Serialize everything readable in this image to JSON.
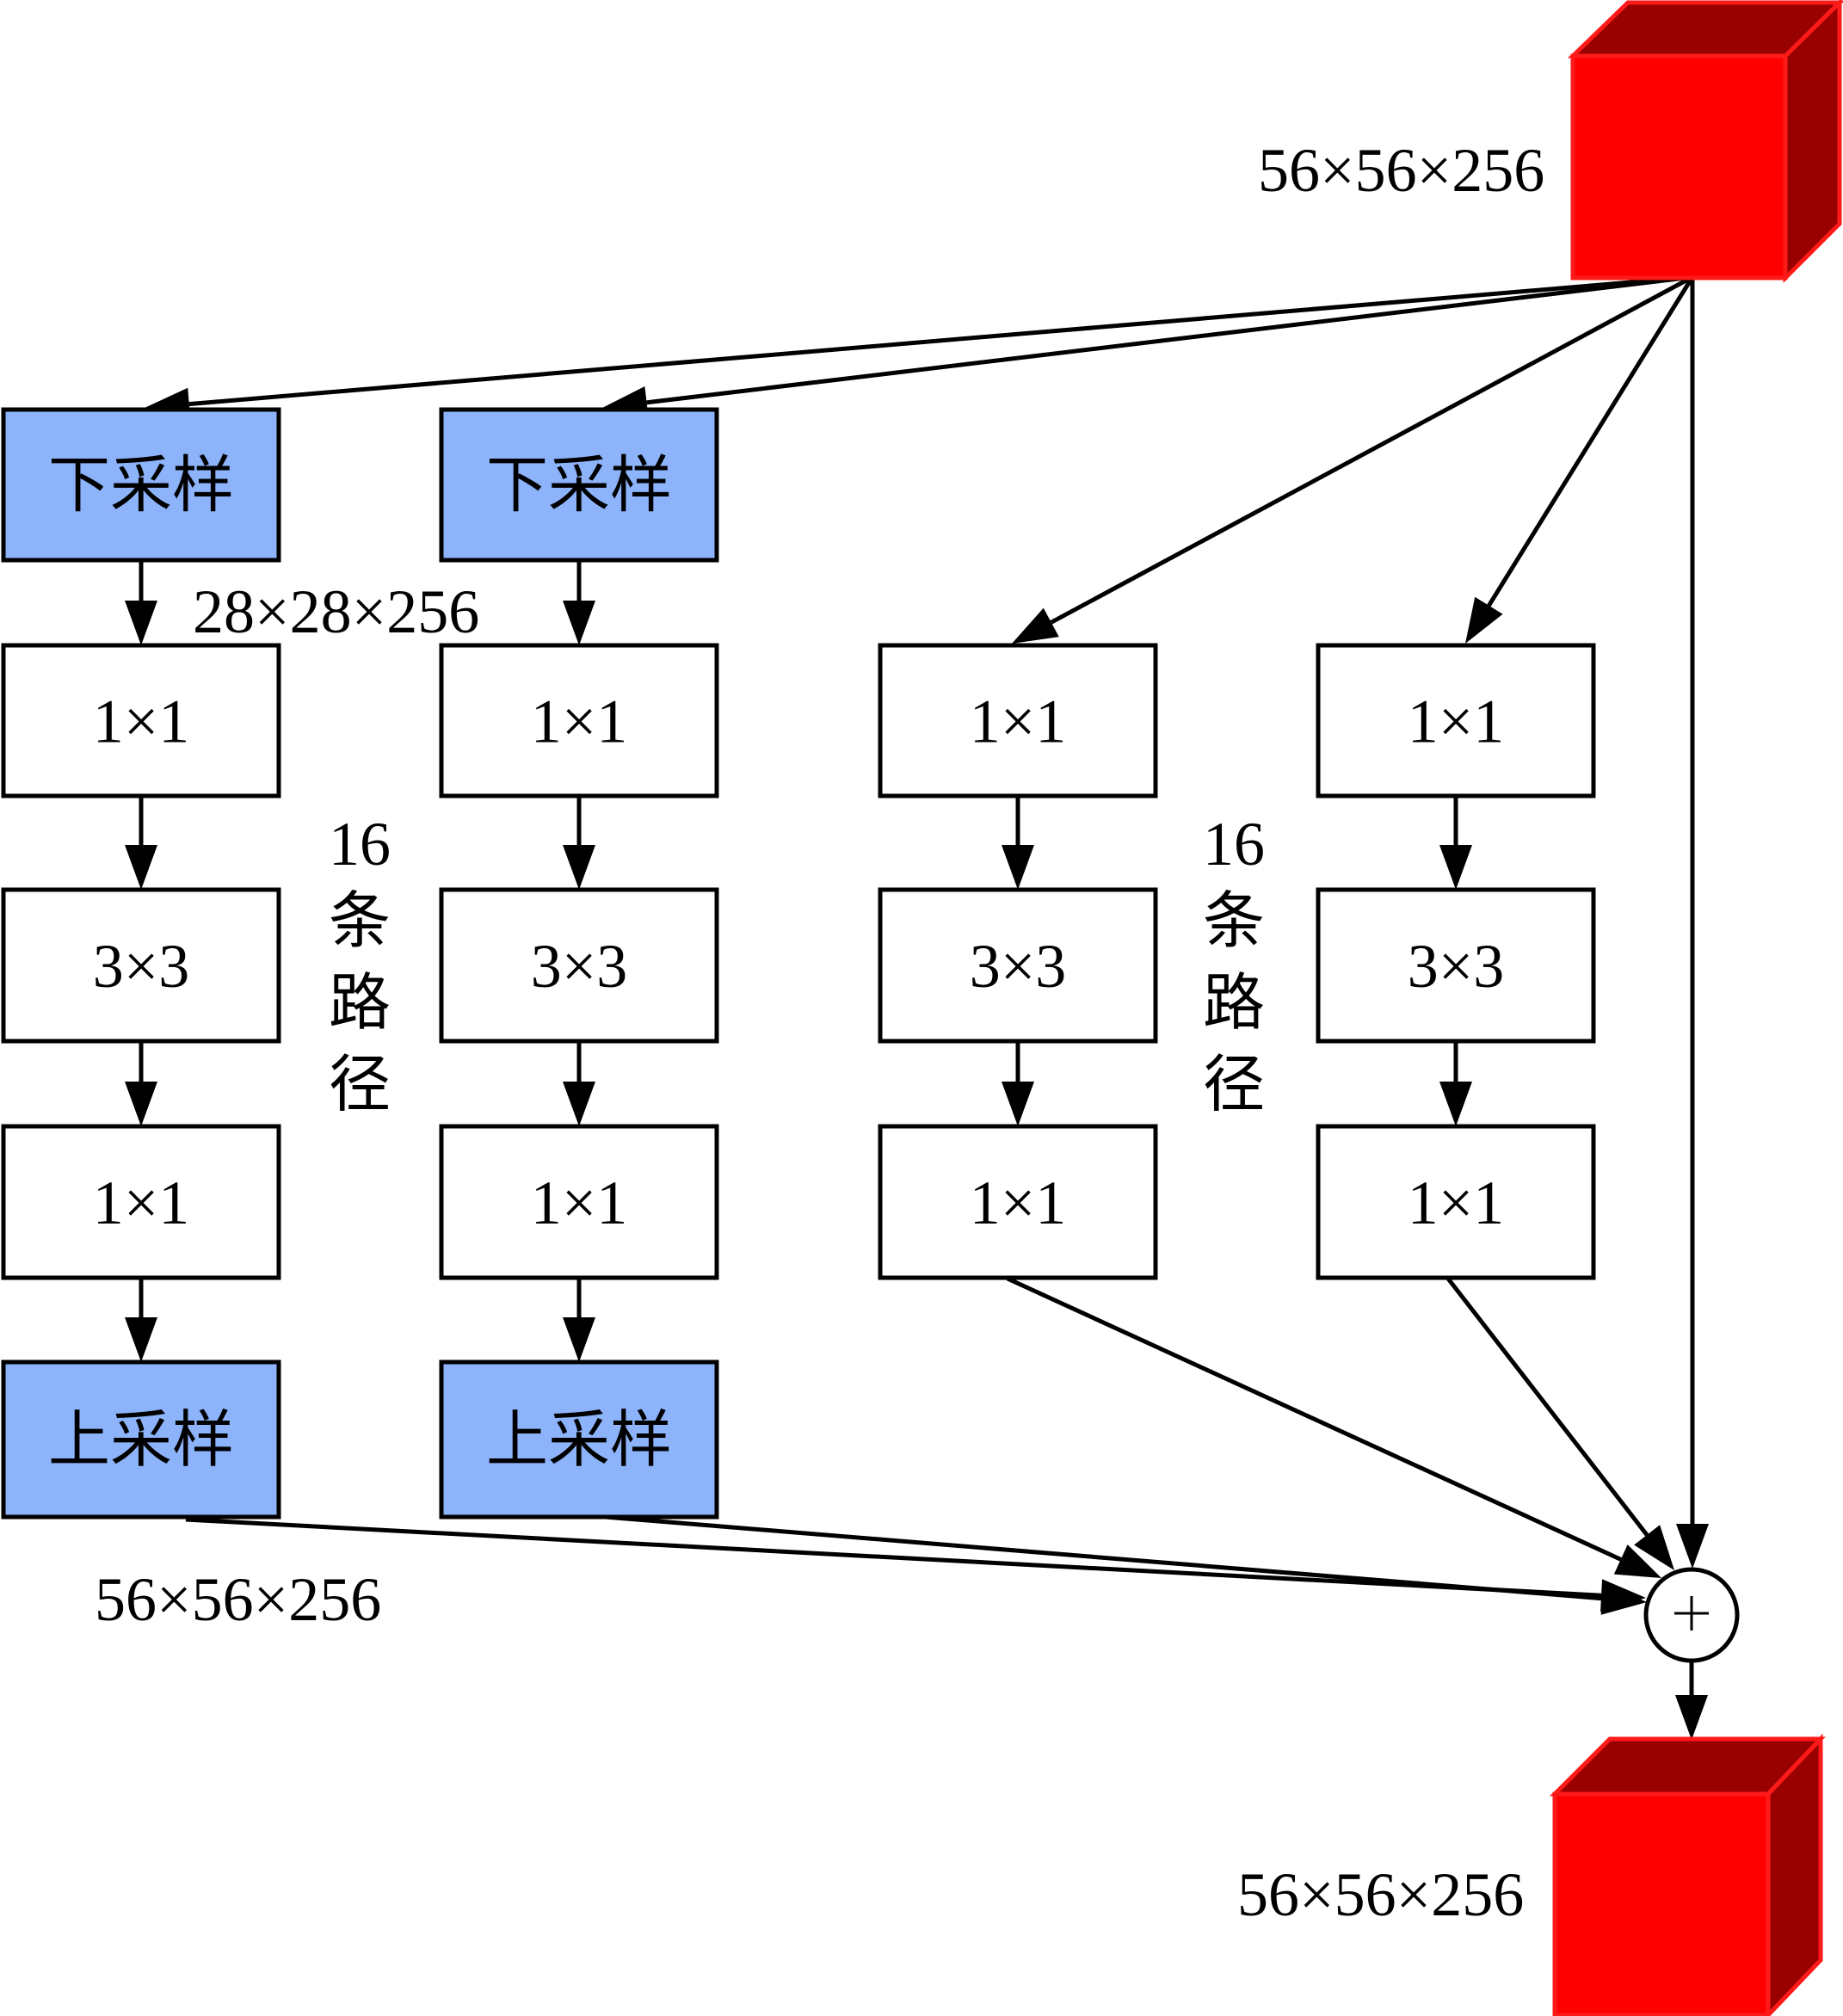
{
  "diagram": {
    "title": "",
    "input_tensor": {
      "label": "56×56×256",
      "color_front": "#ff0000",
      "color_side": "#990000",
      "edge_color": "#ff1a1a"
    },
    "output_tensor": {
      "label": "56×56×256",
      "color_front": "#ff0000",
      "color_side": "#990000",
      "edge_color": "#ff1a1a"
    },
    "sum_node": {
      "symbol": "+"
    },
    "downsampled_size_label": "28×28×256",
    "upsampled_size_label": "56×56×256",
    "group_labels": [
      {
        "count": "16",
        "chars": [
          "条",
          "路",
          "径"
        ]
      },
      {
        "count": "16",
        "chars": [
          "条",
          "路",
          "径"
        ]
      }
    ],
    "colors": {
      "sampling_fill": "#8db3fb",
      "conv_fill": "#ffffff",
      "stroke": "#000000"
    },
    "paths": [
      {
        "name": "path-1",
        "blocks": [
          "下采样",
          "1×1",
          "3×3",
          "1×1",
          "上采样"
        ]
      },
      {
        "name": "path-2",
        "blocks": [
          "下采样",
          "1×1",
          "3×3",
          "1×1",
          "上采样"
        ]
      },
      {
        "name": "path-3",
        "blocks": [
          "1×1",
          "3×3",
          "1×1"
        ]
      },
      {
        "name": "path-4",
        "blocks": [
          "1×1",
          "3×3",
          "1×1"
        ]
      }
    ],
    "edges": [
      {
        "from": "input",
        "to": "path-1.downsample"
      },
      {
        "from": "input",
        "to": "path-2.downsample"
      },
      {
        "from": "input",
        "to": "path-3.conv1"
      },
      {
        "from": "input",
        "to": "path-4.conv1"
      },
      {
        "from": "input",
        "to": "sum"
      },
      {
        "from": "path-1.upsample",
        "to": "sum"
      },
      {
        "from": "path-2.upsample",
        "to": "sum"
      },
      {
        "from": "path-3.conv3",
        "to": "sum"
      },
      {
        "from": "path-4.conv3",
        "to": "sum"
      },
      {
        "from": "sum",
        "to": "output"
      }
    ]
  }
}
